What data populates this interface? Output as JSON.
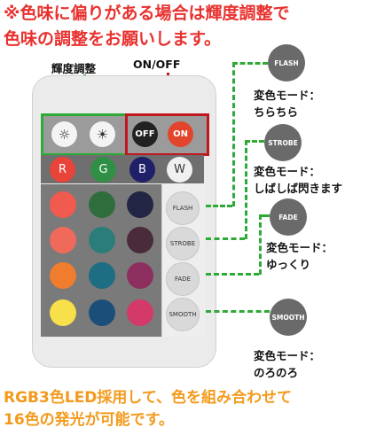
{
  "header_note": [
    "※色味に偏りがある場合は輝度調整で",
    "色味の調整をお願いします。"
  ],
  "labels": {
    "brightness": "輝度調整",
    "onoff": "ON/OFF"
  },
  "remote": {
    "off": "OFF",
    "on": "ON",
    "rgbw": [
      "R",
      "G",
      "B",
      "W"
    ],
    "modes": [
      "FLASH",
      "STROBE",
      "FADE",
      "SMOOTH"
    ]
  },
  "callouts": [
    {
      "circle": "FLASH",
      "title": "変色モード：",
      "desc": "ちらちら"
    },
    {
      "circle": "STROBE",
      "title": "変色モード：",
      "desc": "しばしば閃きます"
    },
    {
      "circle": "FADE",
      "title": "変色モード：",
      "desc": "ゆっくり"
    },
    {
      "circle": "SMOOTH",
      "title": "変色モード：",
      "desc": "のろのろ"
    }
  ],
  "footer_note": [
    "RGB3色LED採用して、色を組み合わせて",
    "16色の発光が可能です。"
  ],
  "colors": {
    "red": "#e8312e",
    "orange": "#f39a1c",
    "green": "#2dab36",
    "darkred": "#c0171e"
  }
}
